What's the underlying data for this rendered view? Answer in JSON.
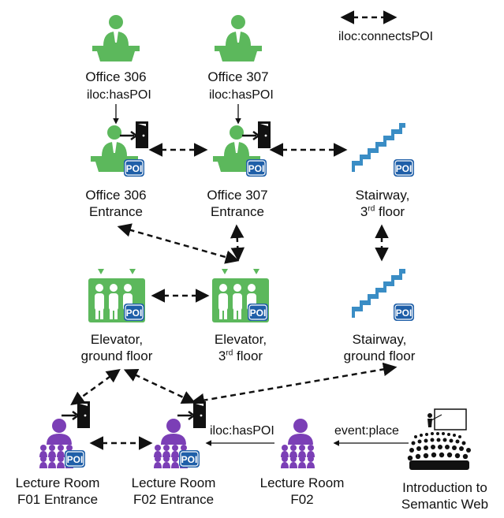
{
  "colors": {
    "green": "#5cb85c",
    "green_dark": "#3d8b3d",
    "blue_poi": "#1f5fa8",
    "purple": "#7b3fb6",
    "stair_blue": "#3a8dc5",
    "arrow": "#111111"
  },
  "legend": {
    "connects_label": "iloc:connectsPOI"
  },
  "nodes": {
    "office306": {
      "line1": "Office 306",
      "icon": "desk-person-icon"
    },
    "office307": {
      "line1": "Office 307",
      "icon": "desk-person-icon"
    },
    "office306_entrance": {
      "line1": "Office 306",
      "line2": "Entrance",
      "icon": "desk-door-poi-icon"
    },
    "office307_entrance": {
      "line1": "Office 307",
      "line2": "Entrance",
      "icon": "desk-door-poi-icon"
    },
    "stairway_3rd": {
      "line1": "Stairway,",
      "line2a": "3",
      "line2sup": "rd",
      "line2b": " floor",
      "icon": "stairs-poi-icon"
    },
    "elevator_ground": {
      "line1": "Elevator,",
      "line2": "ground floor",
      "icon": "elevator-poi-icon"
    },
    "elevator_3rd": {
      "line1": "Elevator,",
      "line2a": "3",
      "line2sup": "rd",
      "line2b": " floor",
      "icon": "elevator-poi-icon"
    },
    "stairway_ground": {
      "line1": "Stairway,",
      "line2": "ground floor",
      "icon": "stairs-poi-icon"
    },
    "lecture_f01_entrance": {
      "line1": "Lecture Room",
      "line2": "F01 Entrance",
      "icon": "audience-door-poi-icon"
    },
    "lecture_f02_entrance": {
      "line1": "Lecture Room",
      "line2": "F02 Entrance",
      "icon": "audience-door-poi-icon"
    },
    "lecture_f02": {
      "line1": "Lecture Room",
      "line2": "F02",
      "icon": "audience-icon"
    },
    "intro_semweb": {
      "line1": "Introduction to",
      "line2": "Semantic Web",
      "icon": "lecture-presentation-icon"
    }
  },
  "relations": {
    "has_poi_306": "iloc:hasPOI",
    "has_poi_307": "iloc:hasPOI",
    "has_poi_f02": "iloc:hasPOI",
    "event_place": "event:place"
  },
  "poi_badge": "POI"
}
